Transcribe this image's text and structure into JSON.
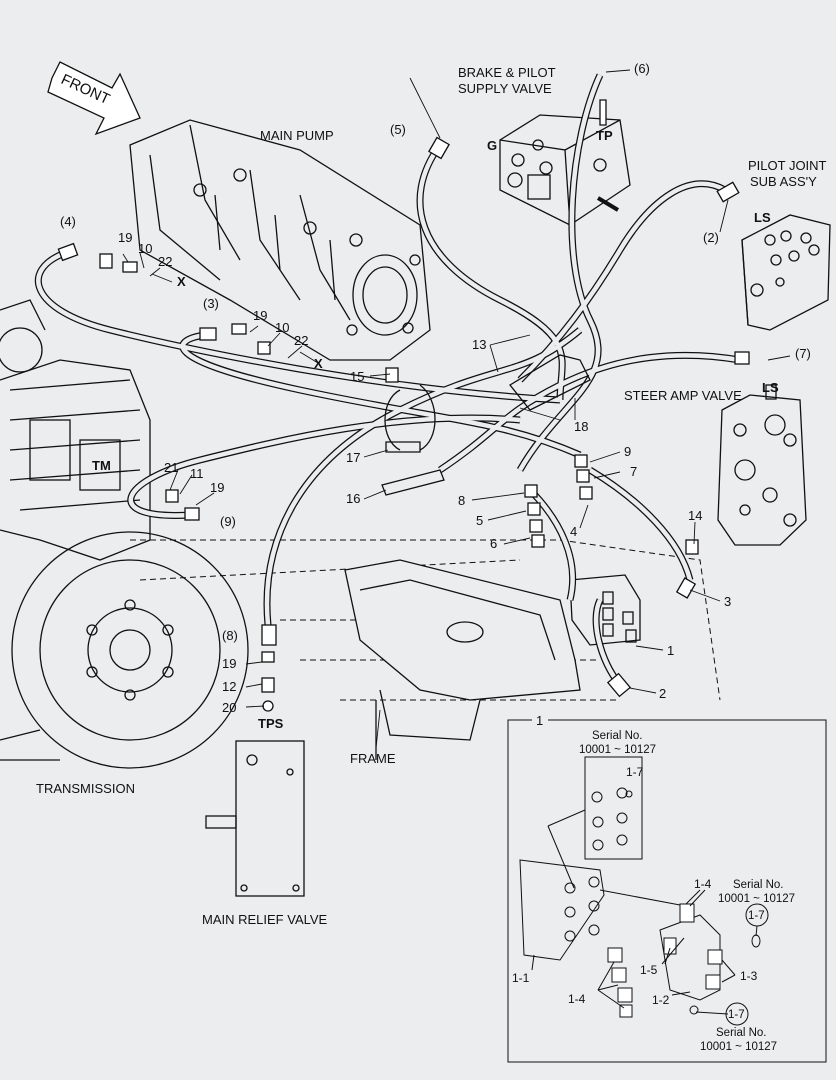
{
  "labels": {
    "front": "FRONT",
    "main_pump": "MAIN PUMP",
    "brake_pilot_line1": "BRAKE & PILOT",
    "brake_pilot_line2": "SUPPLY VALVE",
    "pilot_joint_line1": "PILOT JOINT",
    "pilot_joint_line2": "SUB ASS'Y",
    "steer_amp": "STEER AMP VALVE",
    "transmission": "TRANSMISSION",
    "frame": "FRAME",
    "main_relief": "MAIN RELIEF VALVE",
    "port_tp": "TP",
    "port_g": "G",
    "port_ls_pilot": "LS",
    "port_ls_steer": "LS",
    "port_tm": "TM",
    "port_tps": "TPS",
    "port_x1": "X",
    "port_x2": "X"
  },
  "callouts": {
    "c4p": "(4)",
    "c3p": "(3)",
    "c5p": "(5)",
    "c6p": "(6)",
    "c2p": "(2)",
    "c7p": "(7)",
    "c8p": "(8)",
    "c9p": "(9)",
    "n19a": "19",
    "n10a": "10",
    "n22a": "22",
    "n19b": "19",
    "n10b": "10",
    "n22b": "22",
    "n13": "13",
    "n15": "15",
    "n18": "18",
    "n17": "17",
    "n16": "16",
    "n21": "21",
    "n11": "11",
    "n19c": "19",
    "n9": "9",
    "n7": "7",
    "n8": "8",
    "n5": "5",
    "n6": "6",
    "n4": "4",
    "n14": "14",
    "n3": "3",
    "n1": "1",
    "n2": "2",
    "n19d": "19",
    "n12": "12",
    "n20": "20"
  },
  "inset": {
    "number": "1",
    "serial_label_a": "Serial No.",
    "serial_range_a": "10001 ~ 10127",
    "serial_label_b": "Serial No.",
    "serial_range_b": "10001 ~ 10127",
    "serial_label_c": "Serial No.",
    "serial_range_c": "10001 ~ 10127",
    "l17a": "1-7",
    "l17b": "1-7",
    "l17c": "1-7",
    "l14a": "1-4",
    "l14b": "1-4",
    "l15": "1-5",
    "l13": "1-3",
    "l12": "1-2",
    "l11": "1-1"
  }
}
